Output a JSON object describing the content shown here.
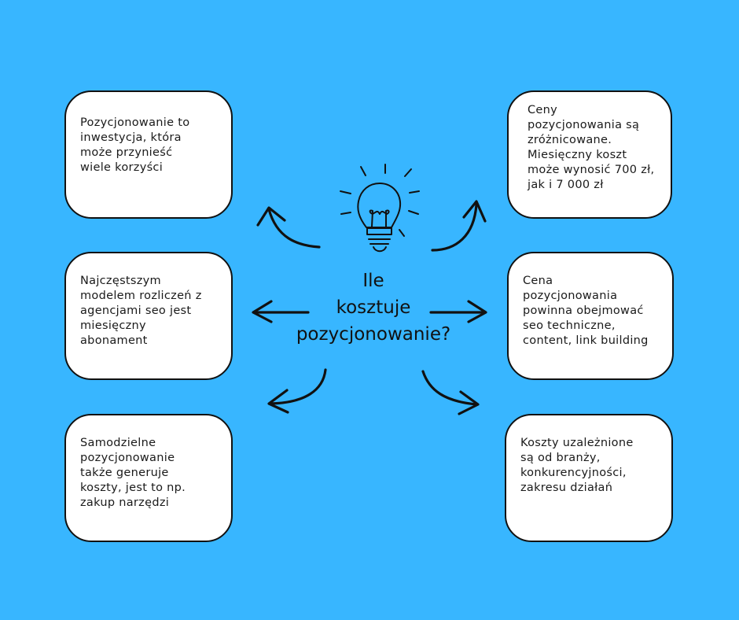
{
  "center": {
    "title": "Ile\nkosztuje\npozycjonowanie?",
    "icon": "lightbulb-icon"
  },
  "boxes": {
    "top_left": "Pozycjonowanie to\ninwestycja, która\nmoże przynieść\nwiele korzyści",
    "top_right": "Ceny\npozycjonowania są\nzróżnicowane.\nMiesięczny koszt\nmoże wynosić 700 zł,\njak i 7 000 zł",
    "middle_left": "Najczęstszym\nmodelem rozliczeń z\nagencjami seo jest\nmiesięczny\nabonament",
    "middle_right": "Cena\npozycjonowania\npowinna obejmować\nseo techniczne,\ncontent, link building",
    "bottom_left": "Samodzielne\npozycjonowanie\ntakże generuje\nkoszty, jest to np.\nzakup narzędzi",
    "bottom_right": "Koszty uzależnione\nsą od branży,\nkonkurencyjności,\nzakresu działań"
  },
  "colors": {
    "background": "#38b6ff",
    "box_fill": "#ffffff",
    "stroke": "#111111"
  }
}
